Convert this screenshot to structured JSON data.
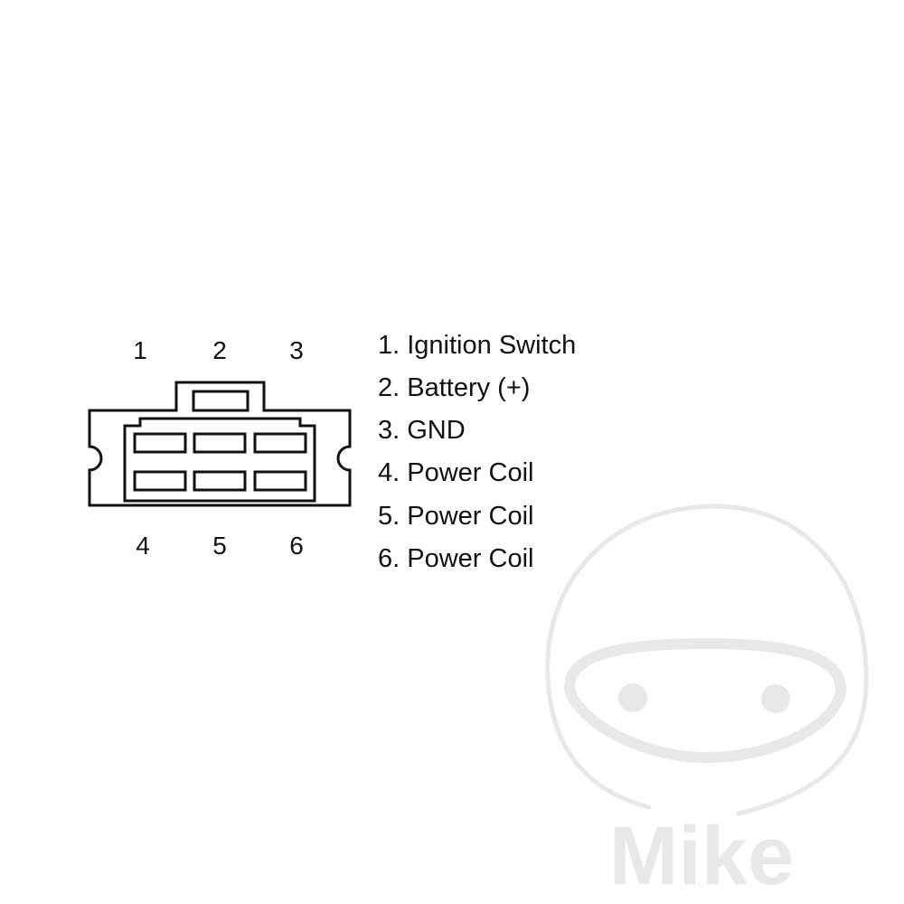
{
  "pins_top": [
    "1",
    "2",
    "3"
  ],
  "pins_bottom": [
    "4",
    "5",
    "6"
  ],
  "legend": [
    "1. Ignition Switch",
    "2. Battery (+)",
    "3. GND",
    "4. Power Coil",
    "5. Power Coil",
    "6. Power Coil"
  ],
  "watermark": {
    "text": "Mike"
  },
  "colors": {
    "line": "#111111",
    "watermark": "#e8e8e8"
  }
}
